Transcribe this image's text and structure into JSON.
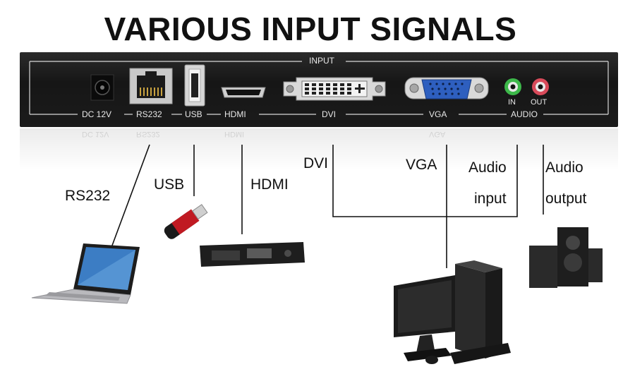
{
  "title": "VARIOUS INPUT SIGNALS",
  "panel": {
    "group_label": "INPUT",
    "port_labels": {
      "dc": "DC 12V",
      "rs232": "RS232",
      "usb": "USB",
      "hdmi": "HDMI",
      "dvi": "DVI",
      "vga": "VGA",
      "audio": "AUDIO"
    },
    "audio_in": "IN",
    "audio_out": "OUT"
  },
  "callouts": {
    "rs232": "RS232",
    "usb": "USB",
    "hdmi": "HDMI",
    "dvi": "DVI",
    "vga": "VGA",
    "audio_input_1": "Audio",
    "audio_input_2": "input",
    "audio_output_1": "Audio",
    "audio_output_2": "output"
  },
  "devices": {
    "laptop": "laptop-icon",
    "usb_drive": "usb-drive-icon",
    "hdmi_player": "media-player-icon",
    "computer": "desktop-computer-icon",
    "speakers": "speakers-icon"
  },
  "colors": {
    "panel": "#1b1b1b",
    "vga_port": "#2e5fbf",
    "audio_in_ring": "#3db84a",
    "audio_out_ring": "#d84a5a"
  }
}
